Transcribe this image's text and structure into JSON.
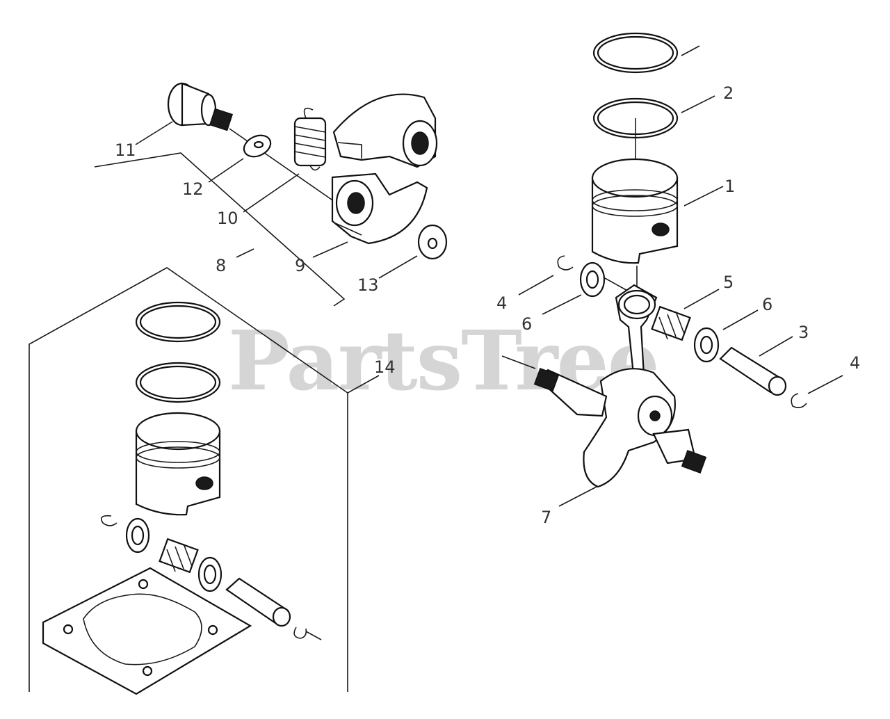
{
  "watermark": {
    "text": "PartsTree",
    "trademark": "™"
  },
  "callouts": {
    "c1": "1",
    "c2": "2",
    "c3": "3",
    "c4a": "4",
    "c4b": "4",
    "c5": "5",
    "c6a": "6",
    "c6b": "6",
    "c7": "7",
    "c8": "8",
    "c9": "9",
    "c10": "10",
    "c11": "11",
    "c12": "12",
    "c13": "13",
    "c14": "14"
  }
}
